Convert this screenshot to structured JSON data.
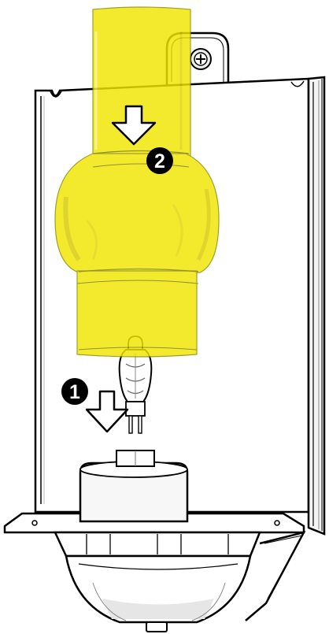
{
  "diagram": {
    "steps": [
      {
        "number": "1",
        "action": "insert-bulb",
        "arrow": "down-arrow-icon"
      },
      {
        "number": "2",
        "action": "lower-glass-shade",
        "arrow": "down-arrow-icon"
      }
    ],
    "colors": {
      "glass_shade": "#f2e600",
      "glass_shade_dark": "#d9c800",
      "outline": "#000000",
      "panel": "#ffffff",
      "badge": "#000000",
      "badge_text": "#ffffff",
      "metal_shadow": "#c8c8c8"
    }
  }
}
